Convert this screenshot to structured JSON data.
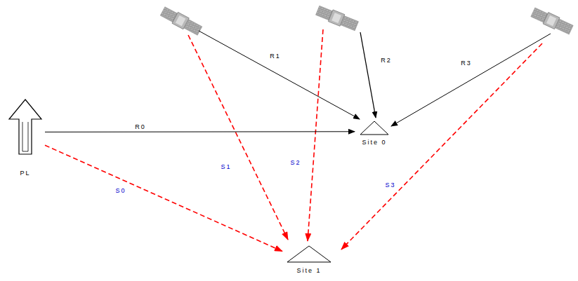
{
  "diagram": {
    "nodes": [
      {
        "text": [
          "PL"
        ]
      },
      {
        "text": [
          "Site 0"
        ]
      },
      {
        "text": [
          "Site 1"
        ]
      }
    ],
    "edges": [
      {
        "from": 0,
        "to": 1,
        "arrow": "to",
        "label": "R0"
      },
      {
        "from": 0,
        "to": 2,
        "arrow": "to",
        "label": "S0"
      }
    ],
    "labels": [
      "R1",
      "R2",
      "R3",
      "S1",
      "S2",
      "S3"
    ]
  }
}
